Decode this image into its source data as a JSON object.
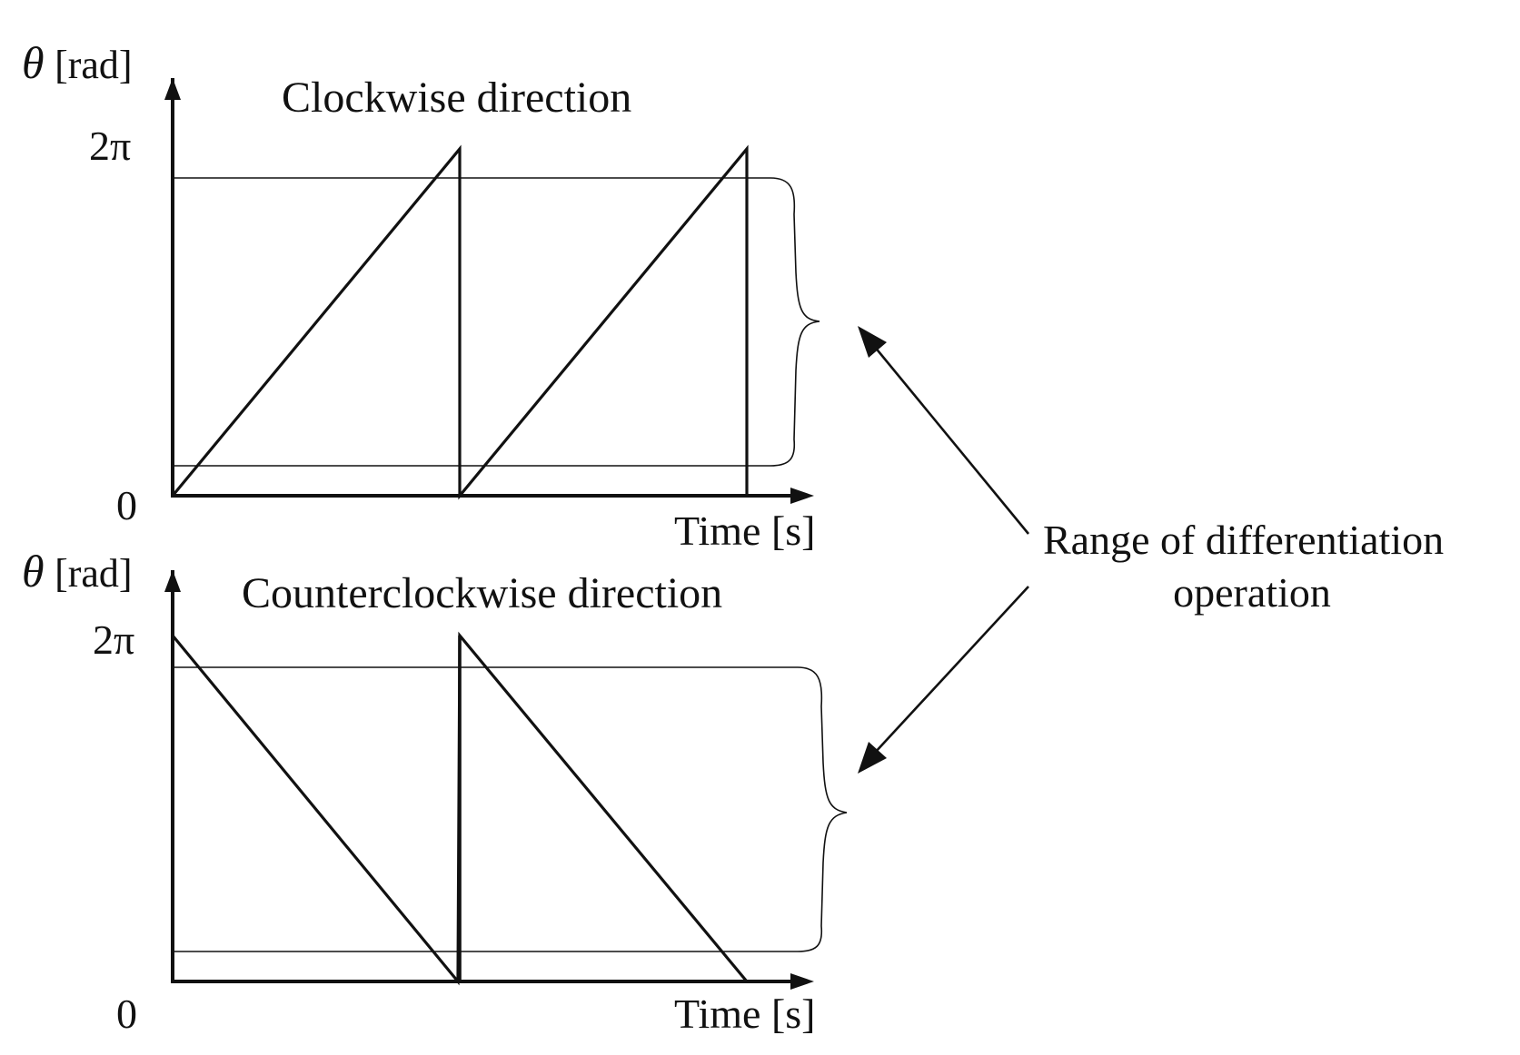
{
  "figure": {
    "annotation": [
      "Range of differentiation",
      "operation"
    ],
    "colors": {
      "ink": "#111111",
      "background": "#ffffff"
    }
  },
  "panels": [
    {
      "title": "Clockwise direction",
      "y_symbol": "θ",
      "y_unit": "[rad]",
      "y_ticks": [
        "2π",
        "0"
      ],
      "x_label": "Time [s]",
      "waveform": "rising sawtooth"
    },
    {
      "title": "Counterclockwise direction",
      "y_symbol": "θ",
      "y_unit": "[rad]",
      "y_ticks": [
        "2π",
        "0"
      ],
      "x_label": "Time [s]",
      "waveform": "falling sawtooth"
    }
  ]
}
